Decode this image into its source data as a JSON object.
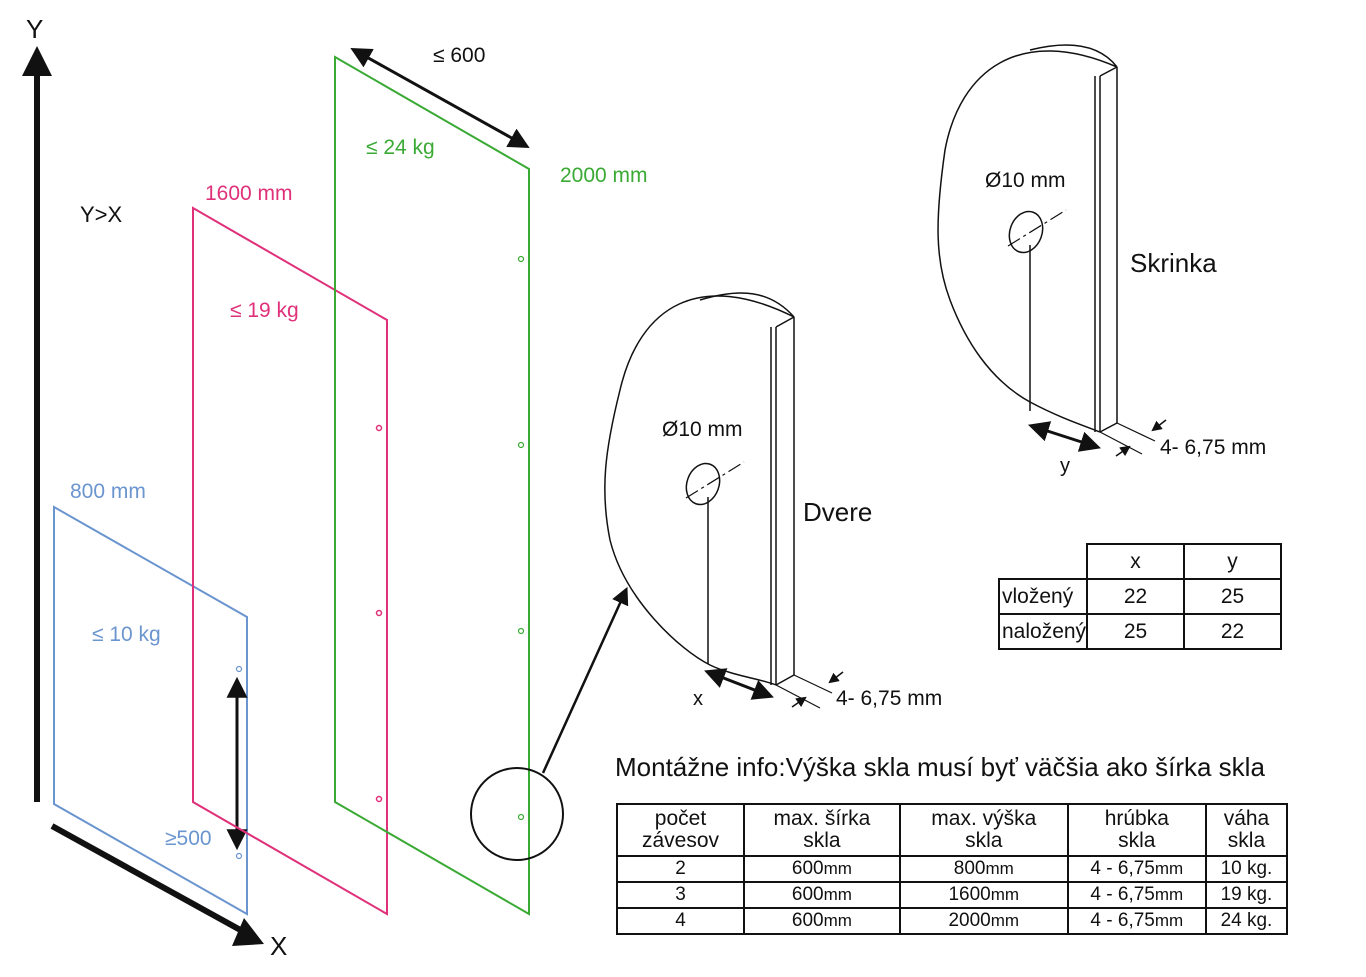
{
  "axes": {
    "y_label": "Y",
    "x_label": "X",
    "condition": "Y>X"
  },
  "panels": {
    "green": {
      "height": "2000 mm",
      "weight": "≤ 24 kg",
      "width": "≤ 600",
      "color": "#3aaa35"
    },
    "pink": {
      "height": "1600 mm",
      "weight": "≤ 19 kg",
      "color": "#e0307a"
    },
    "blue": {
      "height": "800 mm",
      "weight": "≤ 10 kg",
      "spacing": "≥500",
      "color": "#6b95cf"
    }
  },
  "door": {
    "title": "Dvere",
    "hole": "Ø10 mm",
    "thickness": "4- 6,75 mm",
    "dim": "x"
  },
  "cabinet": {
    "title": "Skrinka",
    "hole": "Ø10 mm",
    "thickness": "4- 6,75 mm",
    "dim": "y"
  },
  "xy_table": {
    "headers": [
      "x",
      "y"
    ],
    "rows": [
      {
        "label": "vložený",
        "x": "22",
        "y": "25"
      },
      {
        "label": "naložený",
        "x": "25",
        "y": "22"
      }
    ]
  },
  "montage": {
    "label": "Montážne info:",
    "text": "Výška skla musí byť väčšia ako šírka skla"
  },
  "spec_table": {
    "headers": [
      [
        "počet",
        "závesov"
      ],
      [
        "max. šírka",
        "skla"
      ],
      [
        "max. výška",
        "skla"
      ],
      [
        "hrúbka",
        "skla"
      ],
      [
        "váha",
        "skla"
      ]
    ],
    "unit": "mm",
    "rows": [
      {
        "count": "2",
        "width": "600",
        "height": "800",
        "thickness": "4 - 6,75",
        "weight": "10 kg."
      },
      {
        "count": "3",
        "width": "600",
        "height": "1600",
        "thickness": "4 - 6,75",
        "weight": "19 kg."
      },
      {
        "count": "4",
        "width": "600",
        "height": "2000",
        "thickness": "4 - 6,75",
        "weight": "24 kg."
      }
    ]
  }
}
